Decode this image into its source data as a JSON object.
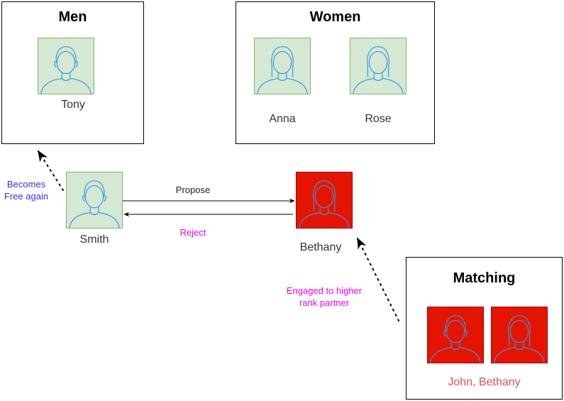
{
  "colors": {
    "free_fill": "#d5e8d4",
    "free_border": "#82b366",
    "engaged_fill": "#e51400",
    "engaged_border": "#b20000",
    "person_stroke": "#3399dd",
    "note_blue": "#3333dd",
    "note_magenta": "#ee00ee",
    "match_text": "#e05050"
  },
  "groups": {
    "men": {
      "title": "Men",
      "people": [
        "Tony"
      ]
    },
    "women": {
      "title": "Women",
      "people": [
        "Anna",
        "Rose"
      ]
    },
    "matching": {
      "title": "Matching",
      "pair_label": "John, Bethany"
    }
  },
  "actors": {
    "proposer": "Smith",
    "receiver": "Bethany"
  },
  "edges": {
    "propose": "Propose",
    "reject": "Reject",
    "becomes_free_line1": "Becomes",
    "becomes_free_line2": "Free again",
    "engaged_line1": "Engaged to higher",
    "engaged_line2": "rank partner"
  },
  "icons": {
    "person": "person-icon",
    "arrow": "arrow-head-icon"
  }
}
